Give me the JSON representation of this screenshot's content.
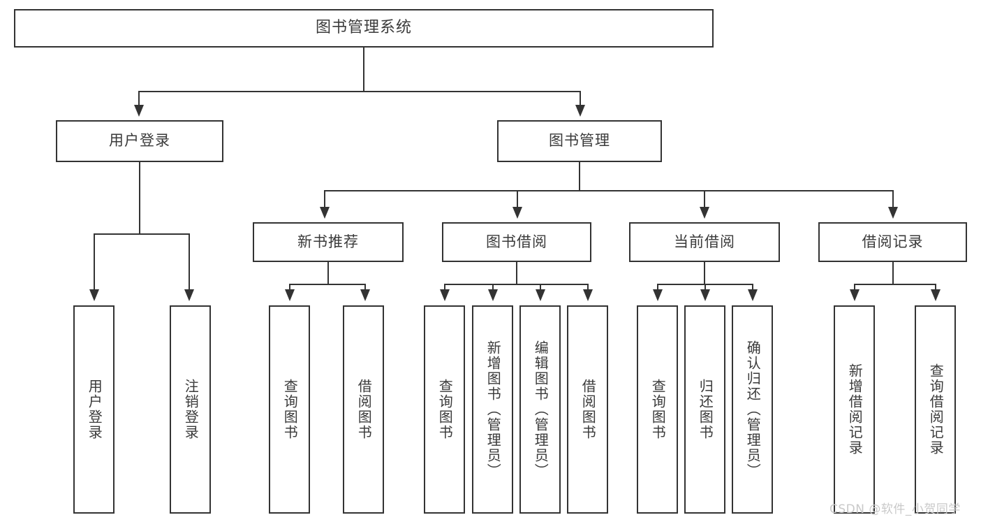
{
  "diagram": {
    "type": "hierarchy-tree",
    "title": "图书管理系统",
    "levels": 4,
    "root": {
      "label": "图书管理系统"
    },
    "level2": [
      {
        "label": "用户登录"
      },
      {
        "label": "图书管理"
      }
    ],
    "level3": [
      {
        "label": "新书推荐"
      },
      {
        "label": "图书借阅"
      },
      {
        "label": "当前借阅"
      },
      {
        "label": "借阅记录"
      }
    ],
    "leaves": {
      "user_login": [
        {
          "label": "用户登录"
        },
        {
          "label": "注销登录"
        }
      ],
      "new_book_recommend": [
        {
          "label": "查询图书"
        },
        {
          "label": "借阅图书"
        }
      ],
      "book_borrow": [
        {
          "label": "查询图书"
        },
        {
          "label": "新增图书（管理员）"
        },
        {
          "label": "编辑图书（管理员）"
        },
        {
          "label": "借阅图书"
        }
      ],
      "current_borrow": [
        {
          "label": "查询图书"
        },
        {
          "label": "归还图书"
        },
        {
          "label": "确认归还（管理员）"
        }
      ],
      "borrow_record": [
        {
          "label": "新增借阅记录"
        },
        {
          "label": "查询借阅记录"
        }
      ]
    },
    "watermark": "CSDN @软件_小贺同学",
    "colors": {
      "border": "#333333",
      "fill": "#ffffff",
      "text": "#3a3a3a",
      "watermark": "#c9c9c9",
      "background": "#ffffff"
    }
  }
}
